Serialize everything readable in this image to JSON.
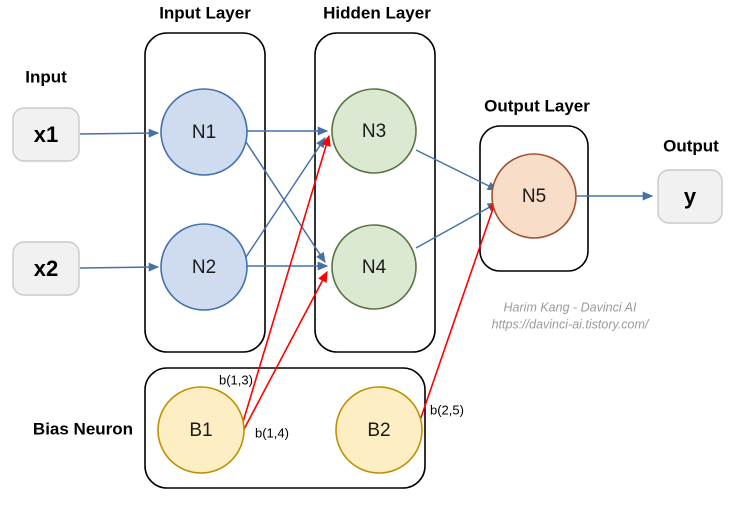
{
  "diagram": {
    "title_labels": {
      "input_layer": "Input Layer",
      "hidden_layer": "Hidden Layer",
      "output_layer": "Output Layer",
      "input": "Input",
      "output": "Output",
      "bias_neuron": "Bias Neuron"
    },
    "io_nodes": [
      {
        "id": "x1",
        "label": "x1"
      },
      {
        "id": "x2",
        "label": "x2"
      },
      {
        "id": "y",
        "label": "y"
      }
    ],
    "neurons": [
      {
        "id": "n1",
        "label": "N1",
        "layer": "input",
        "fill": "#cfdcf0",
        "stroke": "#4472a8"
      },
      {
        "id": "n2",
        "label": "N2",
        "layer": "input",
        "fill": "#cfdcf0",
        "stroke": "#4472a8"
      },
      {
        "id": "n3",
        "label": "N3",
        "layer": "hidden",
        "fill": "#dce9d2",
        "stroke": "#5a7340"
      },
      {
        "id": "n4",
        "label": "N4",
        "layer": "hidden",
        "fill": "#dce9d2",
        "stroke": "#5a7340"
      },
      {
        "id": "n5",
        "label": "N5",
        "layer": "output",
        "fill": "#f8ddc8",
        "stroke": "#a0522d"
      },
      {
        "id": "b1",
        "label": "B1",
        "layer": "bias",
        "fill": "#fdeec4",
        "stroke": "#bf9000"
      },
      {
        "id": "b2",
        "label": "B2",
        "layer": "bias",
        "fill": "#fdeec4",
        "stroke": "#bf9000"
      }
    ],
    "bias_weight_labels": [
      {
        "id": "b13",
        "label": "b(1,3)"
      },
      {
        "id": "b14",
        "label": "b(1,4)"
      },
      {
        "id": "b25",
        "label": "b(2,5)"
      }
    ],
    "watermark": {
      "line1": "Harim Kang - Davinci AI",
      "line2": "https://davinci-ai.tistory.com/"
    },
    "colors": {
      "connection_blue": "#4472a8",
      "bias_connection_red": "#ff0000",
      "box_stroke": "#000000",
      "io_fill": "#f1f1f1"
    }
  }
}
